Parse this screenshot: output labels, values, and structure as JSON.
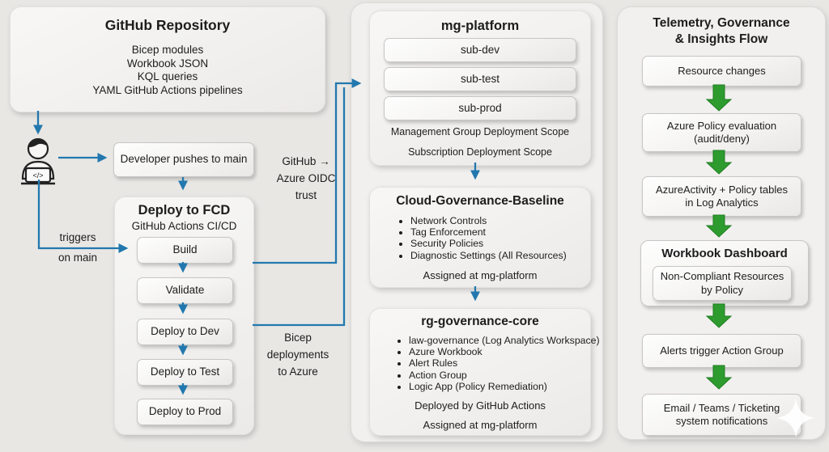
{
  "left": {
    "repo": {
      "title": "GitHub Repository",
      "items": [
        "Bicep modules",
        "Workbook JSON",
        "KQL queries",
        "YAML GitHub Actions pipelines"
      ]
    },
    "developer_push": "Developer pushes to main",
    "fcd": {
      "title": "Deploy to FCD",
      "subtitle": "GitHub Actions CI/CD",
      "steps": [
        "Build",
        "Validate",
        "Deploy to Dev",
        "Deploy to Test",
        "Deploy to Prod"
      ]
    },
    "labels": {
      "triggers": [
        "triggers",
        "on main"
      ],
      "oidc": [
        "GitHub →",
        "Azure OIDC",
        "trust"
      ],
      "bicep": [
        "Bicep",
        "deployments",
        "to Azure"
      ]
    }
  },
  "middle": {
    "mg": {
      "title": "mg-platform",
      "subscriptions": [
        "sub-dev",
        "sub-test",
        "sub-prod"
      ],
      "captions": [
        "Management Group Deployment Scope",
        "Subscription Deployment Scope"
      ]
    },
    "baseline": {
      "title": "Cloud-Governance-Baseline",
      "bullets": [
        "Network Controls",
        "Tag Enforcement",
        "Security Policies",
        "Diagnostic Settings (All Resources)"
      ],
      "caption": "Assigned at mg-platform"
    },
    "rg": {
      "title": "rg-governance-core",
      "bullets": [
        "law-governance (Log Analytics Workspace)",
        "Azure Workbook",
        "Alert Rules",
        "Action Group",
        "Logic App (Policy Remediation)"
      ],
      "captions": [
        "Deployed by GitHub Actions",
        "Assigned at mg-platform"
      ]
    }
  },
  "right": {
    "title": [
      "Telemetry, Governance",
      "& Insights Flow"
    ],
    "resource_changes": "Resource changes",
    "policy_eval": [
      "Azure Policy evaluation",
      "(audit/deny)"
    ],
    "log_tables": [
      "AzureActivity + Policy tables",
      "in Log Analytics"
    ],
    "workbook": {
      "title": "Workbook Dashboard",
      "inner": [
        "Non-Compliant Resources",
        "by Policy"
      ]
    },
    "alerts": "Alerts trigger Action Group",
    "notifications": [
      "Email / Teams / Ticketing",
      "system notifications"
    ]
  },
  "icons": {
    "code_glyph": "</>"
  },
  "colors": {
    "arrow_blue": "#2278ae",
    "arrow_green": "#2e9b2e",
    "background": "#e8e7e4"
  }
}
